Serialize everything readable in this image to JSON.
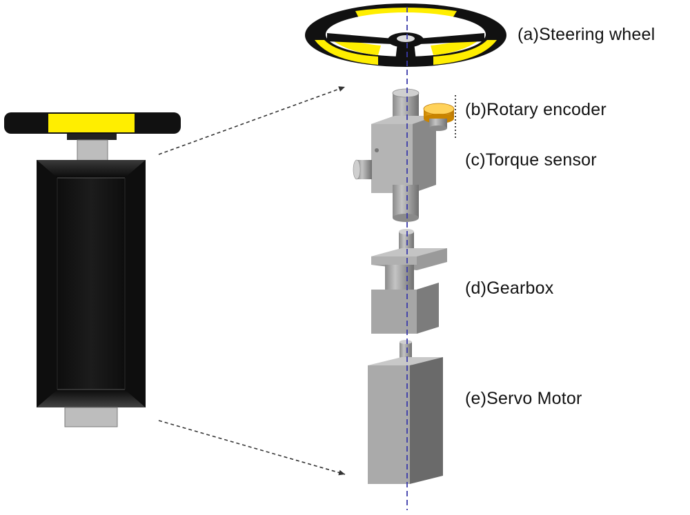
{
  "labels": {
    "steering_wheel": "(a)Steering wheel",
    "rotary_encoder": "(b)Rotary encoder",
    "torque_sensor": "(c)Torque sensor",
    "gearbox": "(d)Gearbox",
    "servo_motor": "(e)Servo Motor"
  },
  "colors": {
    "wheel_rim": "#111111",
    "wheel_accent": "#ffee00",
    "encoder": "#f0a800",
    "metal_light": "#b8b8b8",
    "metal_mid": "#9a9a9a",
    "metal_dark": "#6e6e6e",
    "axis_line": "#3a3aaa",
    "arrow": "#333333"
  }
}
